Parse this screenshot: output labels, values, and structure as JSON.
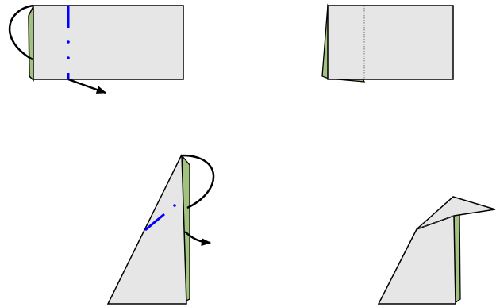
{
  "diagram": {
    "steps": [
      {
        "id": "step-1",
        "action": "mountain-fold-and-swing",
        "has_arrow": true,
        "has_fold_line": true
      },
      {
        "id": "step-2",
        "action": "folded-result",
        "has_arrow": false,
        "has_fold_line": false
      },
      {
        "id": "step-3",
        "action": "mountain-fold-and-swing",
        "has_arrow": true,
        "has_fold_line": true
      },
      {
        "id": "step-4",
        "action": "folded-result",
        "has_arrow": false,
        "has_fold_line": false
      }
    ],
    "colors": {
      "paper_front": "#e6e6e6",
      "paper_back": "#a3c27f",
      "outline": "#000000",
      "fold_line": "#0000ff",
      "crease": "#555555"
    }
  }
}
